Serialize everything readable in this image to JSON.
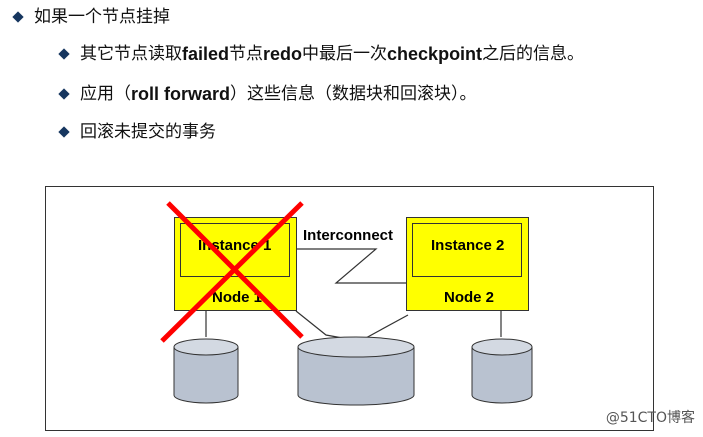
{
  "bullets": {
    "main": "如果一个节点挂掉",
    "sub1": {
      "p1": "其它节点读取",
      "k1": "failed",
      "p2": "节点",
      "k2": "redo",
      "p3": "中最后一次",
      "k3": "checkpoint",
      "p4": "之后的信息。"
    },
    "sub2": {
      "p1": "应用（",
      "k1": "roll forward",
      "p2": "）这些信息（数据块和回滚块）。"
    },
    "sub3": "回滚未提交的事务"
  },
  "diagram": {
    "interconnect": "Interconnect",
    "node1": {
      "instance": "Instance 1",
      "node": "Node 1",
      "failed": true
    },
    "node2": {
      "instance": "Instance 2",
      "node": "Node 2"
    }
  },
  "colors": {
    "node_fill": "#ffff00",
    "cross": "#ff0000",
    "disk": "#b9c2d0",
    "bullet": "#16365f"
  },
  "watermark": "@51CTO博客"
}
